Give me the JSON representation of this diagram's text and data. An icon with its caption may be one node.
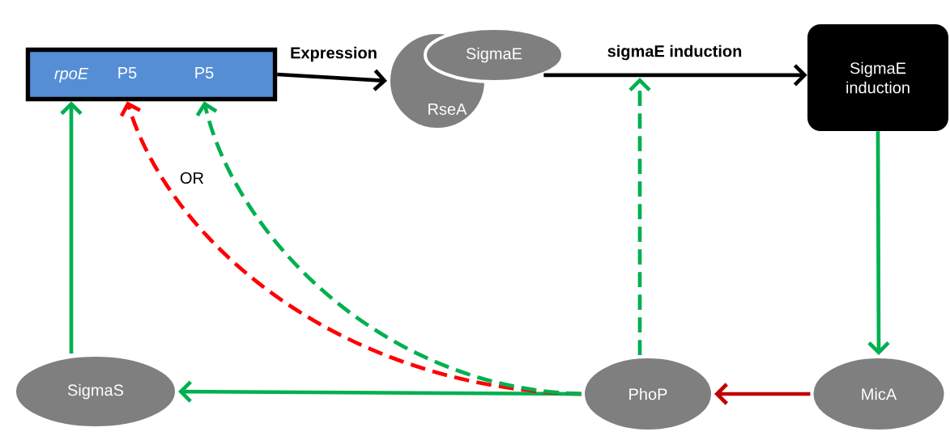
{
  "diagram": {
    "nodes": [
      {
        "text": [],
        "shape": "box"
      },
      {
        "text": [
          "rpoE"
        ],
        "in": 0
      },
      {
        "text": [
          "P5"
        ],
        "in": 0
      },
      {
        "text": [
          "P5"
        ],
        "in": 0
      },
      {
        "text": [
          "RseA"
        ]
      },
      {
        "text": [
          "SigmaE"
        ]
      },
      {
        "text": [
          "SigmaE induction"
        ]
      },
      {
        "text": [
          "MicA"
        ]
      },
      {
        "text": [
          "PhoP"
        ]
      },
      {
        "text": [
          "SigmaS"
        ]
      }
    ],
    "edges": [
      {
        "from": 0,
        "to": 4,
        "arrow": "to",
        "label": "Expression",
        "color": "#000000"
      },
      {
        "from": 5,
        "to": 6,
        "arrow": "to",
        "label": "sigmaE induction",
        "color": "#000000"
      },
      {
        "from": 6,
        "to": 7,
        "arrow": "to"
      },
      {
        "from": 7,
        "to": 8,
        "arrow": "to",
        "color": "#c00000"
      },
      {
        "from": 8,
        "to": 9,
        "arrow": "to"
      },
      {
        "from": 9,
        "to": 1,
        "arrow": "to"
      },
      {
        "from": 8,
        "to": 2,
        "arrow": "to",
        "style": "dashed",
        "color": "#ff0000"
      },
      {
        "from": 8,
        "to": 3,
        "arrow": "to",
        "style": "dashed"
      },
      {
        "from": 8,
        "to": null,
        "arrow": "to",
        "style": "dashed"
      }
    ],
    "labels": [
      "OR"
    ]
  }
}
